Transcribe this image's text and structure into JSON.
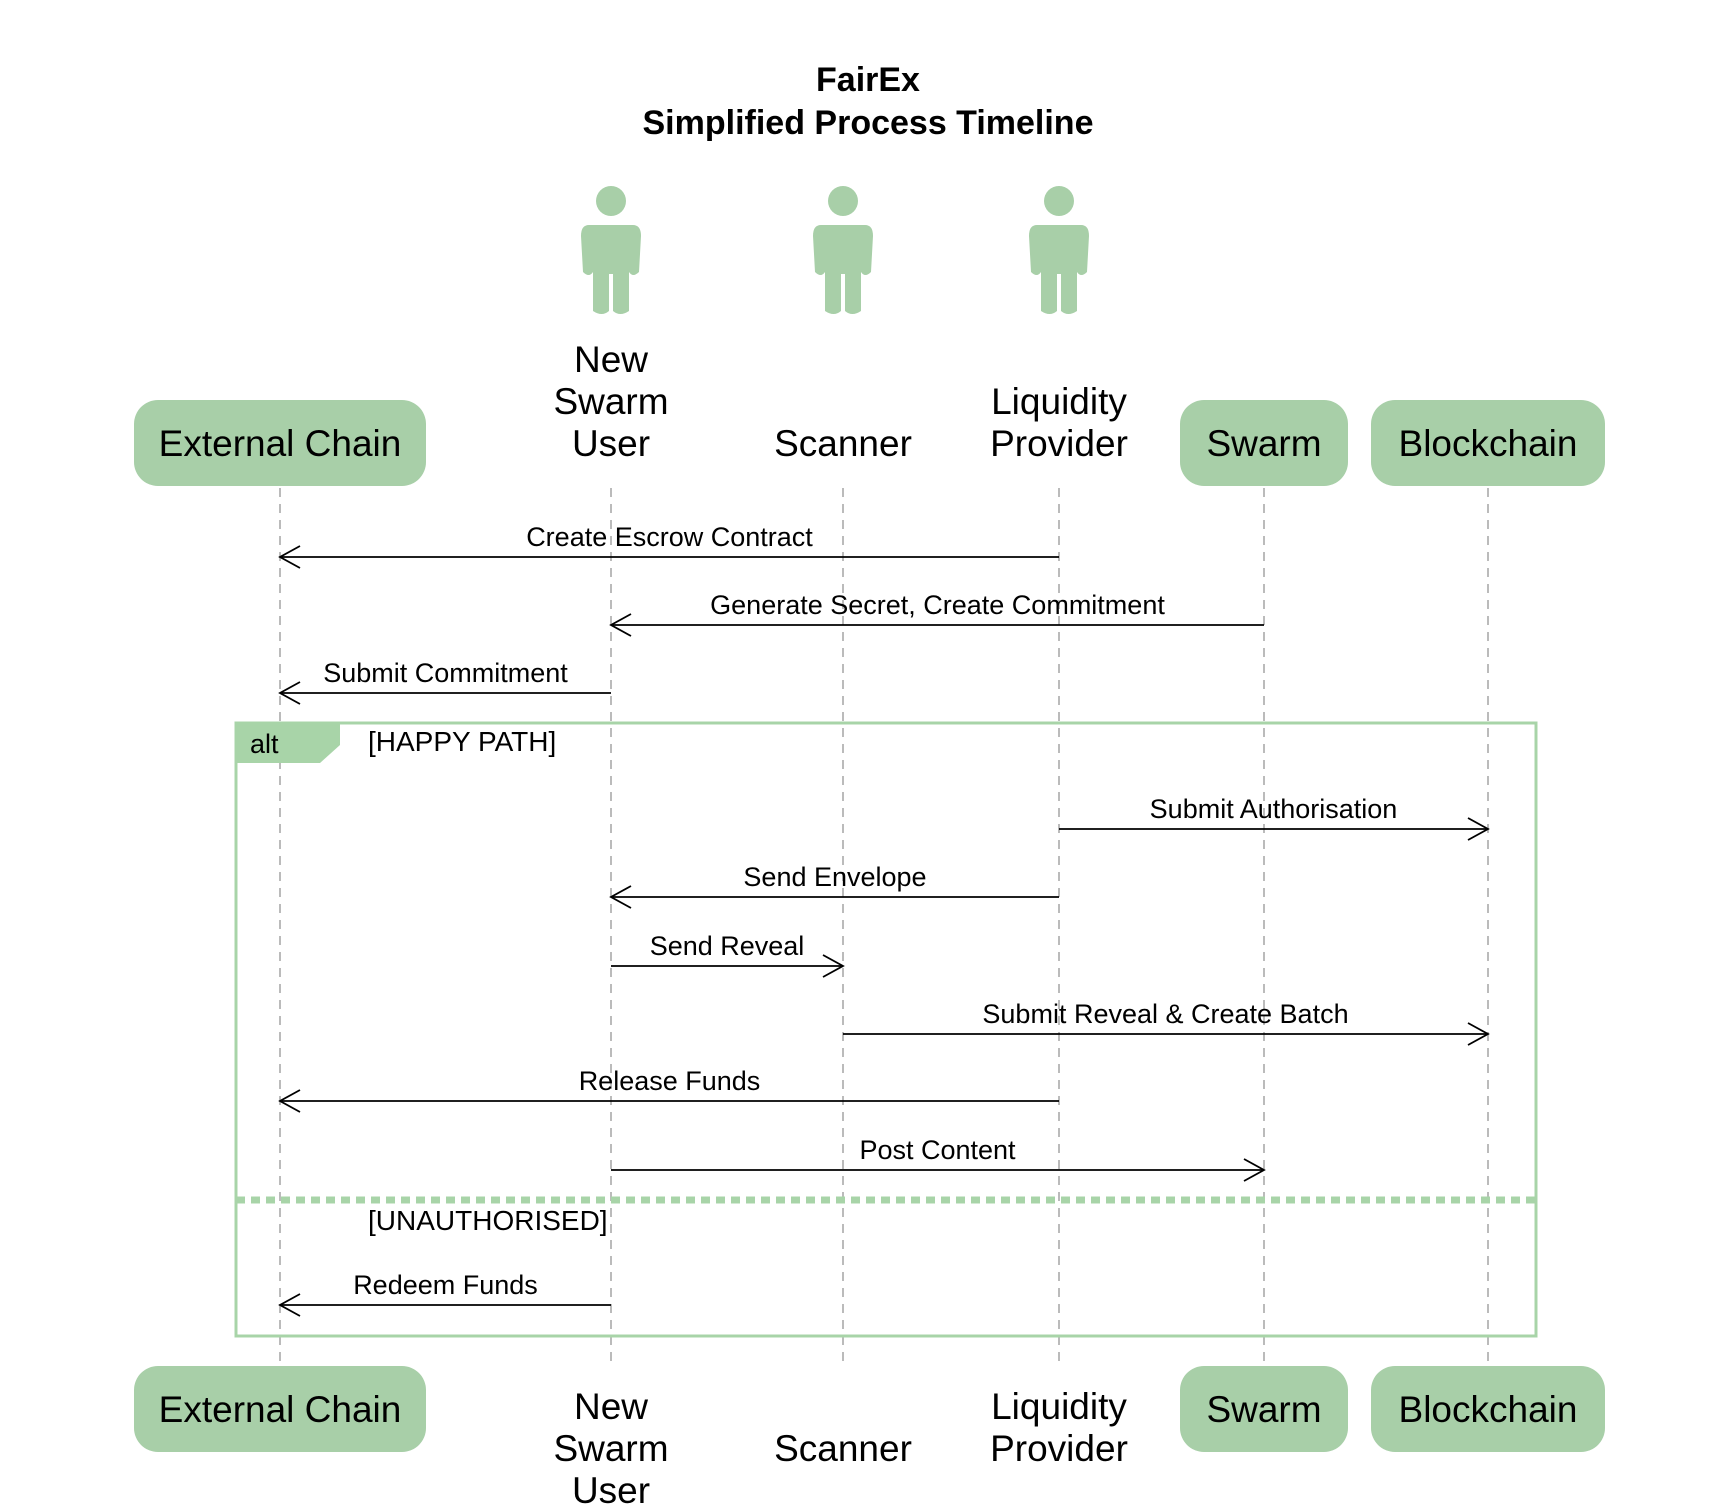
{
  "title": {
    "line1": "FairEx",
    "line2": "Simplified Process Timeline"
  },
  "colors": {
    "participant_fill": "#a8cfa8",
    "frame_stroke": "#a8d4a8",
    "lifeline": "#bbbbbb",
    "arrow": "#000000"
  },
  "participants": [
    {
      "id": "external",
      "kind": "box",
      "label": "External Chain",
      "icon": ""
    },
    {
      "id": "user",
      "kind": "actor",
      "label": "New\nSwarm\nUser",
      "icon": "person-icon"
    },
    {
      "id": "scanner",
      "kind": "actor",
      "label": "Scanner",
      "icon": "person-icon"
    },
    {
      "id": "lp",
      "kind": "actor",
      "label": "Liquidity\nProvider",
      "icon": "person-icon"
    },
    {
      "id": "swarm",
      "kind": "box",
      "label": "Swarm",
      "icon": ""
    },
    {
      "id": "blockchain",
      "kind": "box",
      "label": "Blockchain",
      "icon": ""
    }
  ],
  "messages": [
    {
      "from": "lp",
      "to": "external",
      "label": "Create Escrow Contract"
    },
    {
      "from": "swarm",
      "to": "user",
      "label": "Generate Secret, Create Commitment"
    },
    {
      "from": "user",
      "to": "external",
      "label": "Submit Commitment"
    },
    {
      "from": "lp",
      "to": "blockchain",
      "label": "Submit Authorisation"
    },
    {
      "from": "lp",
      "to": "user",
      "label": "Send Envelope"
    },
    {
      "from": "user",
      "to": "scanner",
      "label": "Send Reveal"
    },
    {
      "from": "scanner",
      "to": "blockchain",
      "label": "Submit Reveal & Create Batch"
    },
    {
      "from": "lp",
      "to": "external",
      "label": "Release Funds"
    },
    {
      "from": "user",
      "to": "swarm",
      "label": "Post Content"
    },
    {
      "from": "user",
      "to": "external",
      "label": "Redeem Funds"
    }
  ],
  "alt_frame": {
    "tag": "alt",
    "guard1": "[HAPPY PATH]",
    "guard2": "[UNAUTHORISED]"
  }
}
